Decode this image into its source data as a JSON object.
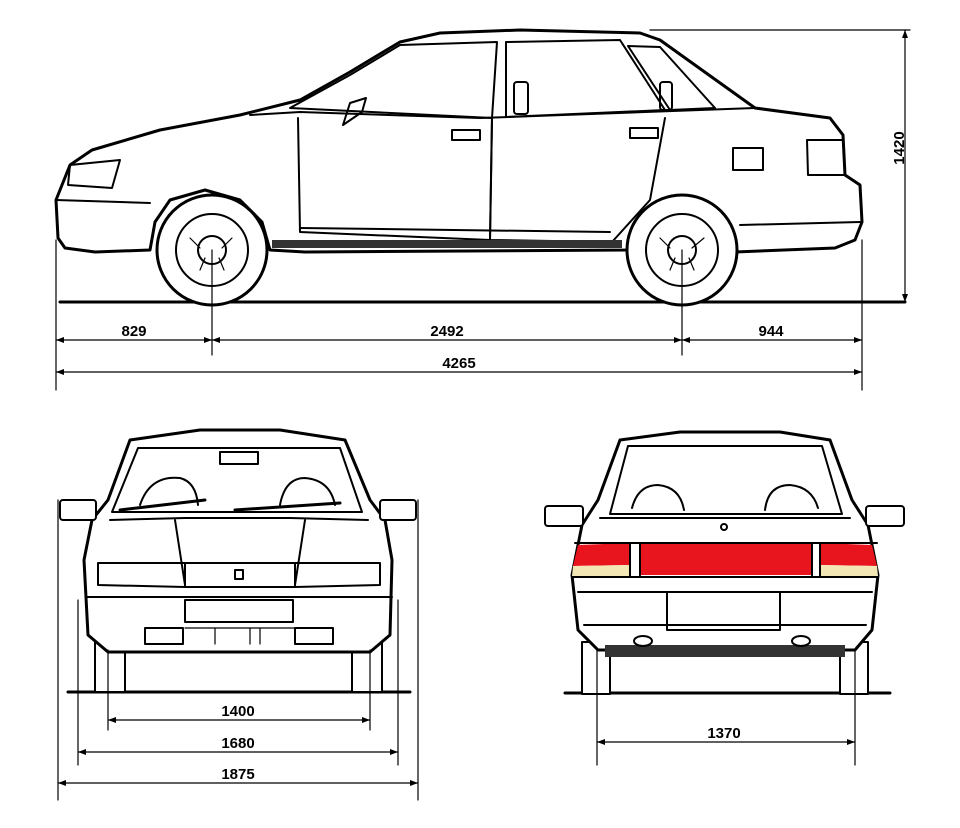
{
  "dimensions": {
    "front_overhang": "829",
    "wheelbase": "2492",
    "rear_overhang": "944",
    "overall_length": "4265",
    "overall_height": "1420",
    "front_track": "1400",
    "front_outer_width": "1680",
    "overall_width": "1875",
    "rear_track": "1370"
  },
  "colors": {
    "taillight": "#e8141e",
    "reflector_strip": "#f3e7b6",
    "line": "#000000"
  }
}
